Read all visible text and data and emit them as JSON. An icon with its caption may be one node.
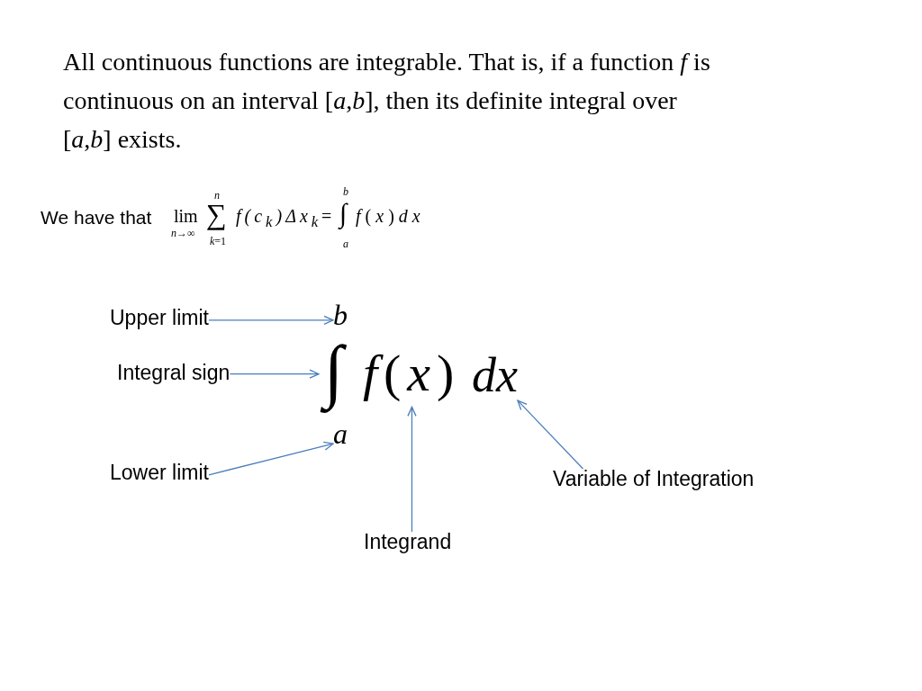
{
  "diagram": {
    "nodes": [
      {
        "text": [
          "Upper limit"
        ]
      },
      {
        "text": [
          "b"
        ]
      },
      {
        "text": [
          "Integral sign"
        ]
      },
      {
        "text": [
          "∫"
        ]
      },
      {
        "text": [
          "*f*(*x*)"
        ]
      },
      {
        "text": [
          "dx"
        ]
      },
      {
        "text": [
          "a"
        ]
      },
      {
        "text": [
          "Lower limit"
        ]
      },
      {
        "text": [
          "Variable of Integration"
        ]
      },
      {
        "text": [
          "Integrand"
        ]
      }
    ],
    "edges": [
      {
        "from": 0,
        "to": 1,
        "arrow": "to"
      },
      {
        "from": 2,
        "to": 3,
        "arrow": "to"
      },
      {
        "from": 7,
        "to": 6,
        "arrow": "to"
      },
      {
        "from": 9,
        "to": 4,
        "arrow": "to"
      },
      {
        "from": 8,
        "to": 5,
        "arrow": "to"
      }
    ],
    "labels": [
      "All continuous functions are integrable. That is, if a function *f* is continuous on an interval [*a*,*b*], then its definite integral over [*a*,*b*] exists.",
      "We have that",
      "lim",
      "*n*→∞",
      "*n*",
      "∑",
      "*k*=1",
      "f(c$_{k}$)Δx$_{k}$",
      "=",
      "*b*",
      "∫",
      "*a*",
      "*f*(*x*)*dx*"
    ]
  }
}
